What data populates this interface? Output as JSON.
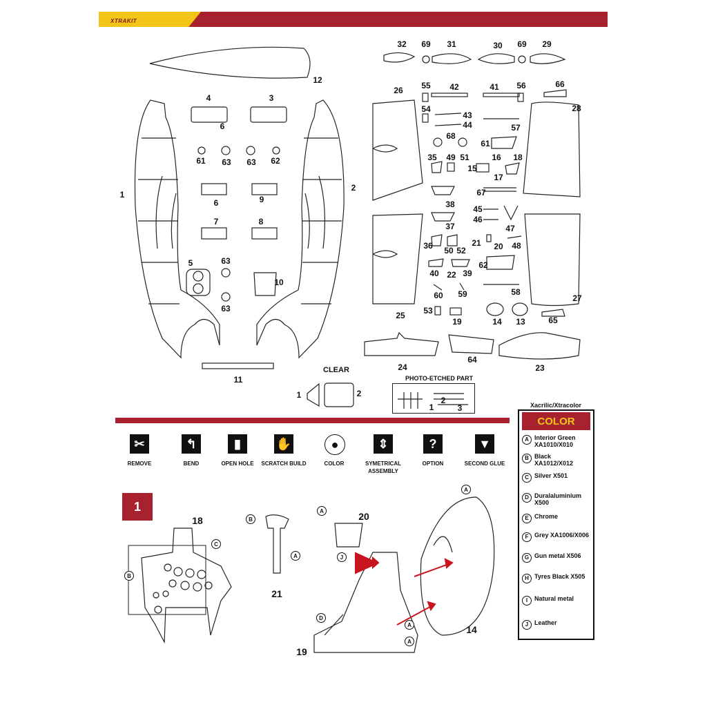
{
  "header": {
    "brand": "XTRAKIT"
  },
  "sprue": {
    "clear_label": "CLEAR",
    "photo_etched_label": "PHOTO-ETCHED PART",
    "part_numbers": [
      {
        "id": "p32",
        "label": "32"
      },
      {
        "id": "p69a",
        "label": "69"
      },
      {
        "id": "p31",
        "label": "31"
      },
      {
        "id": "p30",
        "label": "30"
      },
      {
        "id": "p69b",
        "label": "69"
      },
      {
        "id": "p29",
        "label": "29"
      },
      {
        "id": "p12",
        "label": "12"
      },
      {
        "id": "p4",
        "label": "4"
      },
      {
        "id": "p3",
        "label": "3"
      },
      {
        "id": "p6a",
        "label": "6"
      },
      {
        "id": "p26",
        "label": "26"
      },
      {
        "id": "p55",
        "label": "55"
      },
      {
        "id": "p42",
        "label": "42"
      },
      {
        "id": "p41",
        "label": "41"
      },
      {
        "id": "p56",
        "label": "56"
      },
      {
        "id": "p66",
        "label": "66"
      },
      {
        "id": "p28",
        "label": "28"
      },
      {
        "id": "p54",
        "label": "54"
      },
      {
        "id": "p43",
        "label": "43"
      },
      {
        "id": "p44",
        "label": "44"
      },
      {
        "id": "p57",
        "label": "57"
      },
      {
        "id": "p68",
        "label": "68"
      },
      {
        "id": "p61a",
        "label": "61"
      },
      {
        "id": "p63a",
        "label": "63"
      },
      {
        "id": "p63b",
        "label": "63"
      },
      {
        "id": "p62a",
        "label": "62"
      },
      {
        "id": "p61b",
        "label": "61"
      },
      {
        "id": "p35",
        "label": "35"
      },
      {
        "id": "p49",
        "label": "49"
      },
      {
        "id": "p51",
        "label": "51"
      },
      {
        "id": "p16",
        "label": "16"
      },
      {
        "id": "p18",
        "label": "18"
      },
      {
        "id": "p15",
        "label": "15"
      },
      {
        "id": "p17",
        "label": "17"
      },
      {
        "id": "p1",
        "label": "1"
      },
      {
        "id": "p2",
        "label": "2"
      },
      {
        "id": "p6b",
        "label": "6"
      },
      {
        "id": "p9",
        "label": "9"
      },
      {
        "id": "p67",
        "label": "67"
      },
      {
        "id": "p38",
        "label": "38"
      },
      {
        "id": "p45",
        "label": "45"
      },
      {
        "id": "p46",
        "label": "46"
      },
      {
        "id": "p47",
        "label": "47"
      },
      {
        "id": "p7",
        "label": "7"
      },
      {
        "id": "p8",
        "label": "8"
      },
      {
        "id": "p37",
        "label": "37"
      },
      {
        "id": "p21a",
        "label": "21"
      },
      {
        "id": "p20a",
        "label": "20"
      },
      {
        "id": "p48",
        "label": "48"
      },
      {
        "id": "p36",
        "label": "36"
      },
      {
        "id": "p50",
        "label": "50"
      },
      {
        "id": "p52",
        "label": "52"
      },
      {
        "id": "p5",
        "label": "5"
      },
      {
        "id": "p63c",
        "label": "63"
      },
      {
        "id": "p62b",
        "label": "62"
      },
      {
        "id": "p40",
        "label": "40"
      },
      {
        "id": "p22",
        "label": "22"
      },
      {
        "id": "p39",
        "label": "39"
      },
      {
        "id": "p10",
        "label": "10"
      },
      {
        "id": "p58",
        "label": "58"
      },
      {
        "id": "p60",
        "label": "60"
      },
      {
        "id": "p59",
        "label": "59"
      },
      {
        "id": "p27",
        "label": "27"
      },
      {
        "id": "p63d",
        "label": "63"
      },
      {
        "id": "p53",
        "label": "53"
      },
      {
        "id": "p19a",
        "label": "19"
      },
      {
        "id": "p14a",
        "label": "14"
      },
      {
        "id": "p13",
        "label": "13"
      },
      {
        "id": "p65",
        "label": "65"
      },
      {
        "id": "p25",
        "label": "25"
      },
      {
        "id": "p24",
        "label": "24"
      },
      {
        "id": "p64",
        "label": "64"
      },
      {
        "id": "p23",
        "label": "23"
      },
      {
        "id": "p11",
        "label": "11"
      },
      {
        "id": "pc1",
        "label": "1"
      },
      {
        "id": "pc2",
        "label": "2"
      },
      {
        "id": "pe1",
        "label": "1"
      },
      {
        "id": "pe2",
        "label": "2"
      },
      {
        "id": "pe3",
        "label": "3"
      }
    ]
  },
  "symbols": [
    {
      "label": "REMOVE",
      "glyph": "✂"
    },
    {
      "label": "BEND",
      "glyph": "↰"
    },
    {
      "label": "OPEN HOLE",
      "glyph": "▮"
    },
    {
      "label": "SCRATCH BUILD",
      "glyph": "✋"
    },
    {
      "label": "COLOR",
      "glyph": "●"
    },
    {
      "label": "SYMETRICAL ASSEMBLY",
      "glyph": "⇕"
    },
    {
      "label": "OPTION",
      "glyph": "?"
    },
    {
      "label": "SECOND GLUE",
      "glyph": "▼"
    }
  ],
  "step": {
    "number": "1",
    "parts": [
      {
        "label": "18"
      },
      {
        "label": "20"
      },
      {
        "label": "21"
      },
      {
        "label": "14"
      },
      {
        "label": "19"
      }
    ],
    "callouts": [
      "C",
      "B",
      "B",
      "A",
      "A",
      "J",
      "A",
      "D",
      "A",
      "A"
    ]
  },
  "color_panel": {
    "maker": "Xacrilic/Xtracolor",
    "title": "COLOR",
    "colors": [
      {
        "code": "A",
        "name": "Interior Green XA1010/X010"
      },
      {
        "code": "B",
        "name": "Black XA1012/X012"
      },
      {
        "code": "C",
        "name": "Silver X501"
      },
      {
        "code": "D",
        "name": "Duralaluminium X500"
      },
      {
        "code": "E",
        "name": "Chrome"
      },
      {
        "code": "F",
        "name": "Grey XA1006/X006"
      },
      {
        "code": "G",
        "name": "Gun metal X506"
      },
      {
        "code": "H",
        "name": "Tyres Black X505"
      },
      {
        "code": "I",
        "name": "Natural metal"
      },
      {
        "code": "J",
        "name": "Leather"
      }
    ]
  }
}
